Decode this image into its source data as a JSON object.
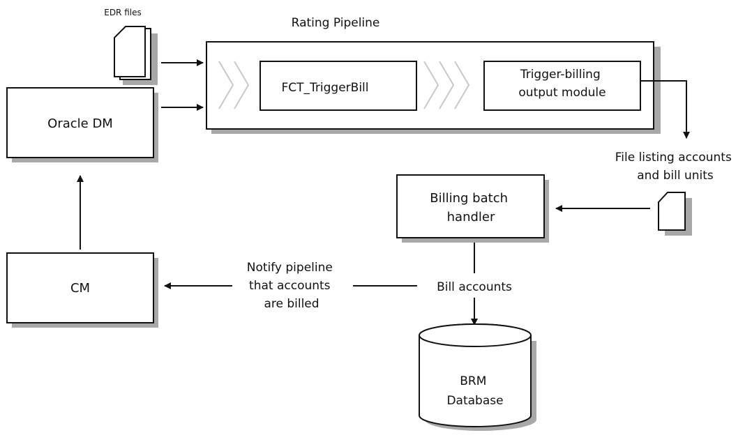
{
  "diagram": {
    "pipeline_title": "Rating Pipeline",
    "edr_files": "EDR files",
    "fct_triggerbill": "FCT_TriggerBill",
    "trigger_output": [
      "Trigger-billing",
      "output module"
    ],
    "oracle_dm": "Oracle DM",
    "file_listing": [
      "File listing accounts",
      "and bill units"
    ],
    "billing_batch_handler": [
      "Billing batch",
      "handler"
    ],
    "cm": "CM",
    "notify": [
      "Notify pipeline",
      "that accounts",
      "are billed"
    ],
    "bill_accounts": "Bill accounts",
    "brm_database": [
      "BRM",
      "Database"
    ]
  }
}
